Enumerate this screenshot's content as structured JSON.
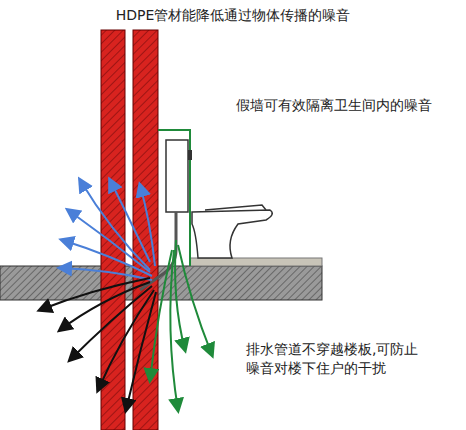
{
  "diagram": {
    "labels": [
      "HDPE管材能降低通过物体传播的噪音",
      "假墙可有效隔离卫生间内的噪音",
      "排水管道不穿越楼板,可防止噪音对楼下住户的干扰"
    ]
  }
}
